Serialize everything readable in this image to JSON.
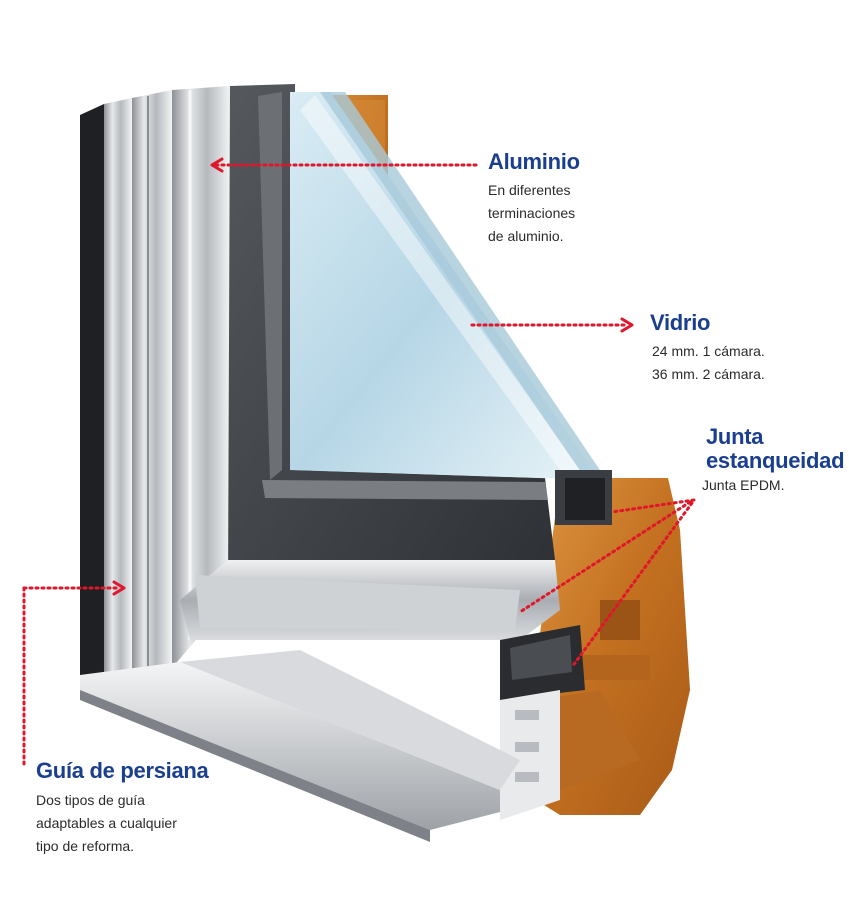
{
  "colors": {
    "title_blue": "#1b3f8f",
    "dotted_red": "#e0162b",
    "wood": "#c8792a",
    "aluminium": "#bfc2c6",
    "dark_profile": "#3d4044",
    "glass": "#bcd8e6"
  },
  "callouts": {
    "aluminio": {
      "title": "Aluminio",
      "description": "En diferentes\nterminaciones\nde aluminio."
    },
    "vidrio": {
      "title": "Vidrio",
      "description": "24 mm. 1 cámara.\n36 mm. 2 cámara."
    },
    "junta": {
      "title": "Junta\nestanqueidad",
      "description": "Junta EPDM."
    },
    "guia": {
      "title": "Guía de persiana",
      "description": "Dos tipos de guía\nadaptables a cualquier\ntipo de reforma."
    }
  }
}
